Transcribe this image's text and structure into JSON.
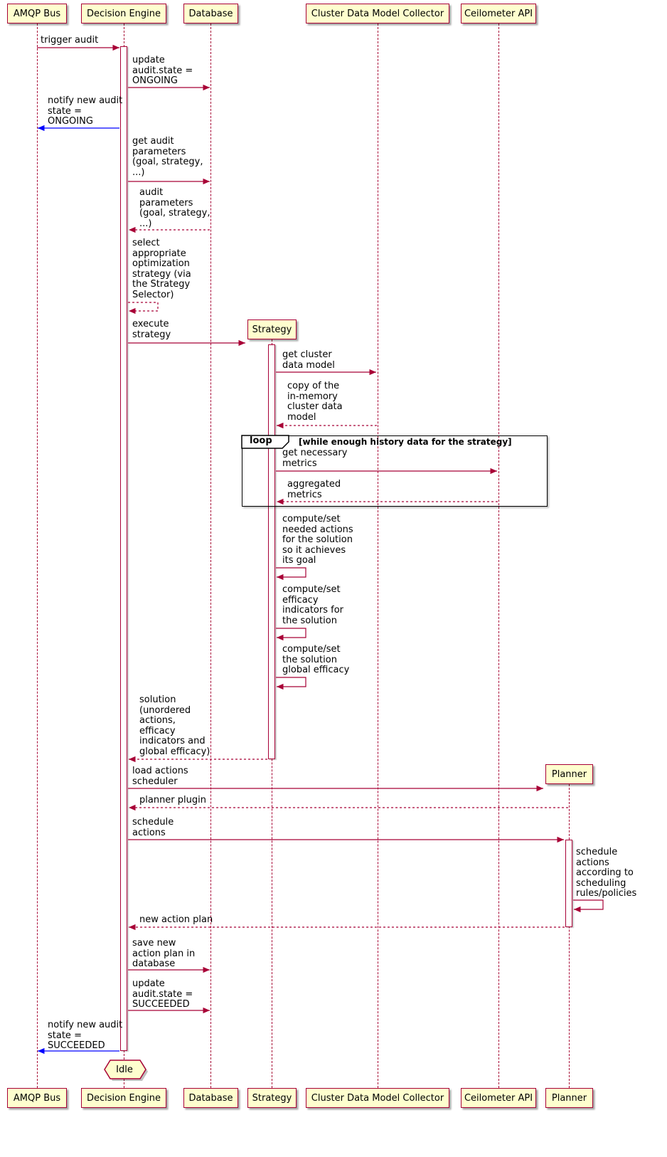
{
  "colors": {
    "participant_fill": "#FEFECE",
    "border": "#A80036",
    "arrow": "#A80036",
    "notify_arrow": "#0000FF",
    "frame_border": "#000000",
    "background": "#FFFFFF"
  },
  "participants": [
    {
      "id": "amqp-bus",
      "label": "AMQP Bus"
    },
    {
      "id": "decision-engine",
      "label": "Decision Engine"
    },
    {
      "id": "database",
      "label": "Database"
    },
    {
      "id": "strategy",
      "label": "Strategy"
    },
    {
      "id": "cluster-data-model-collector",
      "label": "Cluster Data Model Collector"
    },
    {
      "id": "ceilometer-api",
      "label": "Ceilometer API"
    },
    {
      "id": "planner",
      "label": "Planner"
    }
  ],
  "loop_frame": {
    "operator": "loop",
    "condition": "[while enough history data for the strategy]"
  },
  "messages": {
    "trigger_audit": "trigger audit",
    "update_state_ongoing": "update\naudit.state =\nONGOING",
    "notify_state_ongoing": "notify new audit\nstate =\nONGOING",
    "get_audit_parameters": "get audit\nparameters\n(goal, strategy,\n...)",
    "audit_parameters_return": "audit\nparameters\n(goal, strategy,\n...)",
    "select_strategy": "select\nappropriate\noptimization\nstrategy (via\nthe Strategy\nSelector)",
    "execute_strategy": "execute\nstrategy",
    "get_cluster_data_model": "get cluster\ndata model",
    "cluster_model_return": "copy of the\nin-memory\ncluster data\nmodel",
    "get_necessary_metrics": "get necessary\nmetrics",
    "aggregated_metrics": "aggregated\nmetrics",
    "compute_needed_actions": "compute/set\nneeded actions\nfor the solution\nso it achieves\nits goal",
    "compute_efficacy_indicators": "compute/set\nefficacy\nindicators for\nthe solution",
    "compute_global_efficacy": "compute/set\nthe solution\nglobal efficacy",
    "solution_return": "solution\n(unordered\nactions,\nefficacy\nindicators and\nglobal efficacy)",
    "load_actions_scheduler": "load actions\nscheduler",
    "planner_plugin": "planner plugin",
    "schedule_actions": "schedule\nactions",
    "schedule_according_rules": "schedule\nactions\naccording to\nscheduling\nrules/policies",
    "new_action_plan": "new action plan",
    "save_action_plan": "save new\naction plan in\ndatabase",
    "update_state_succeeded": "update\naudit.state =\nSUCCEEDED",
    "notify_state_succeeded": "notify new audit\nstate =\nSUCCEEDED"
  },
  "end_state": "Idle"
}
